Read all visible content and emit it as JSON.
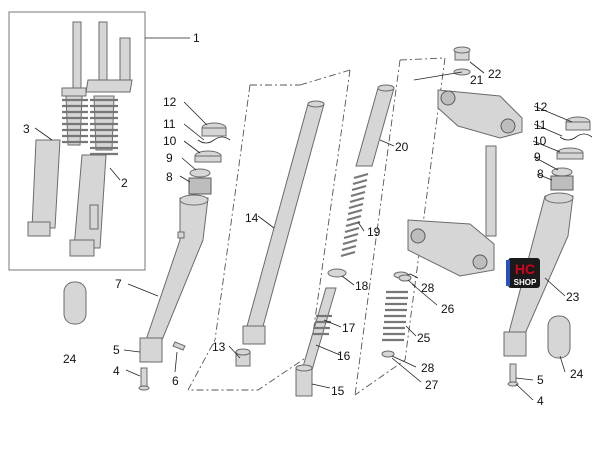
{
  "diagram": {
    "callouts": [
      "1",
      "2",
      "3",
      "4",
      "5",
      "6",
      "7",
      "8",
      "9",
      "10",
      "11",
      "12",
      "13",
      "14",
      "15",
      "16",
      "17",
      "18",
      "19",
      "20",
      "21",
      "22",
      "23",
      "24",
      "25",
      "26",
      "27",
      "28"
    ],
    "logo": {
      "line1": "HC",
      "line2": "SHOP",
      "colors": {
        "primary": "#d4001a",
        "secondary": "#1a1a1a",
        "accent": "#2a4fbf"
      }
    },
    "colors": {
      "part_fill": "#d6d6d6",
      "part_stroke": "#6b6b6b",
      "line": "#222222"
    }
  }
}
